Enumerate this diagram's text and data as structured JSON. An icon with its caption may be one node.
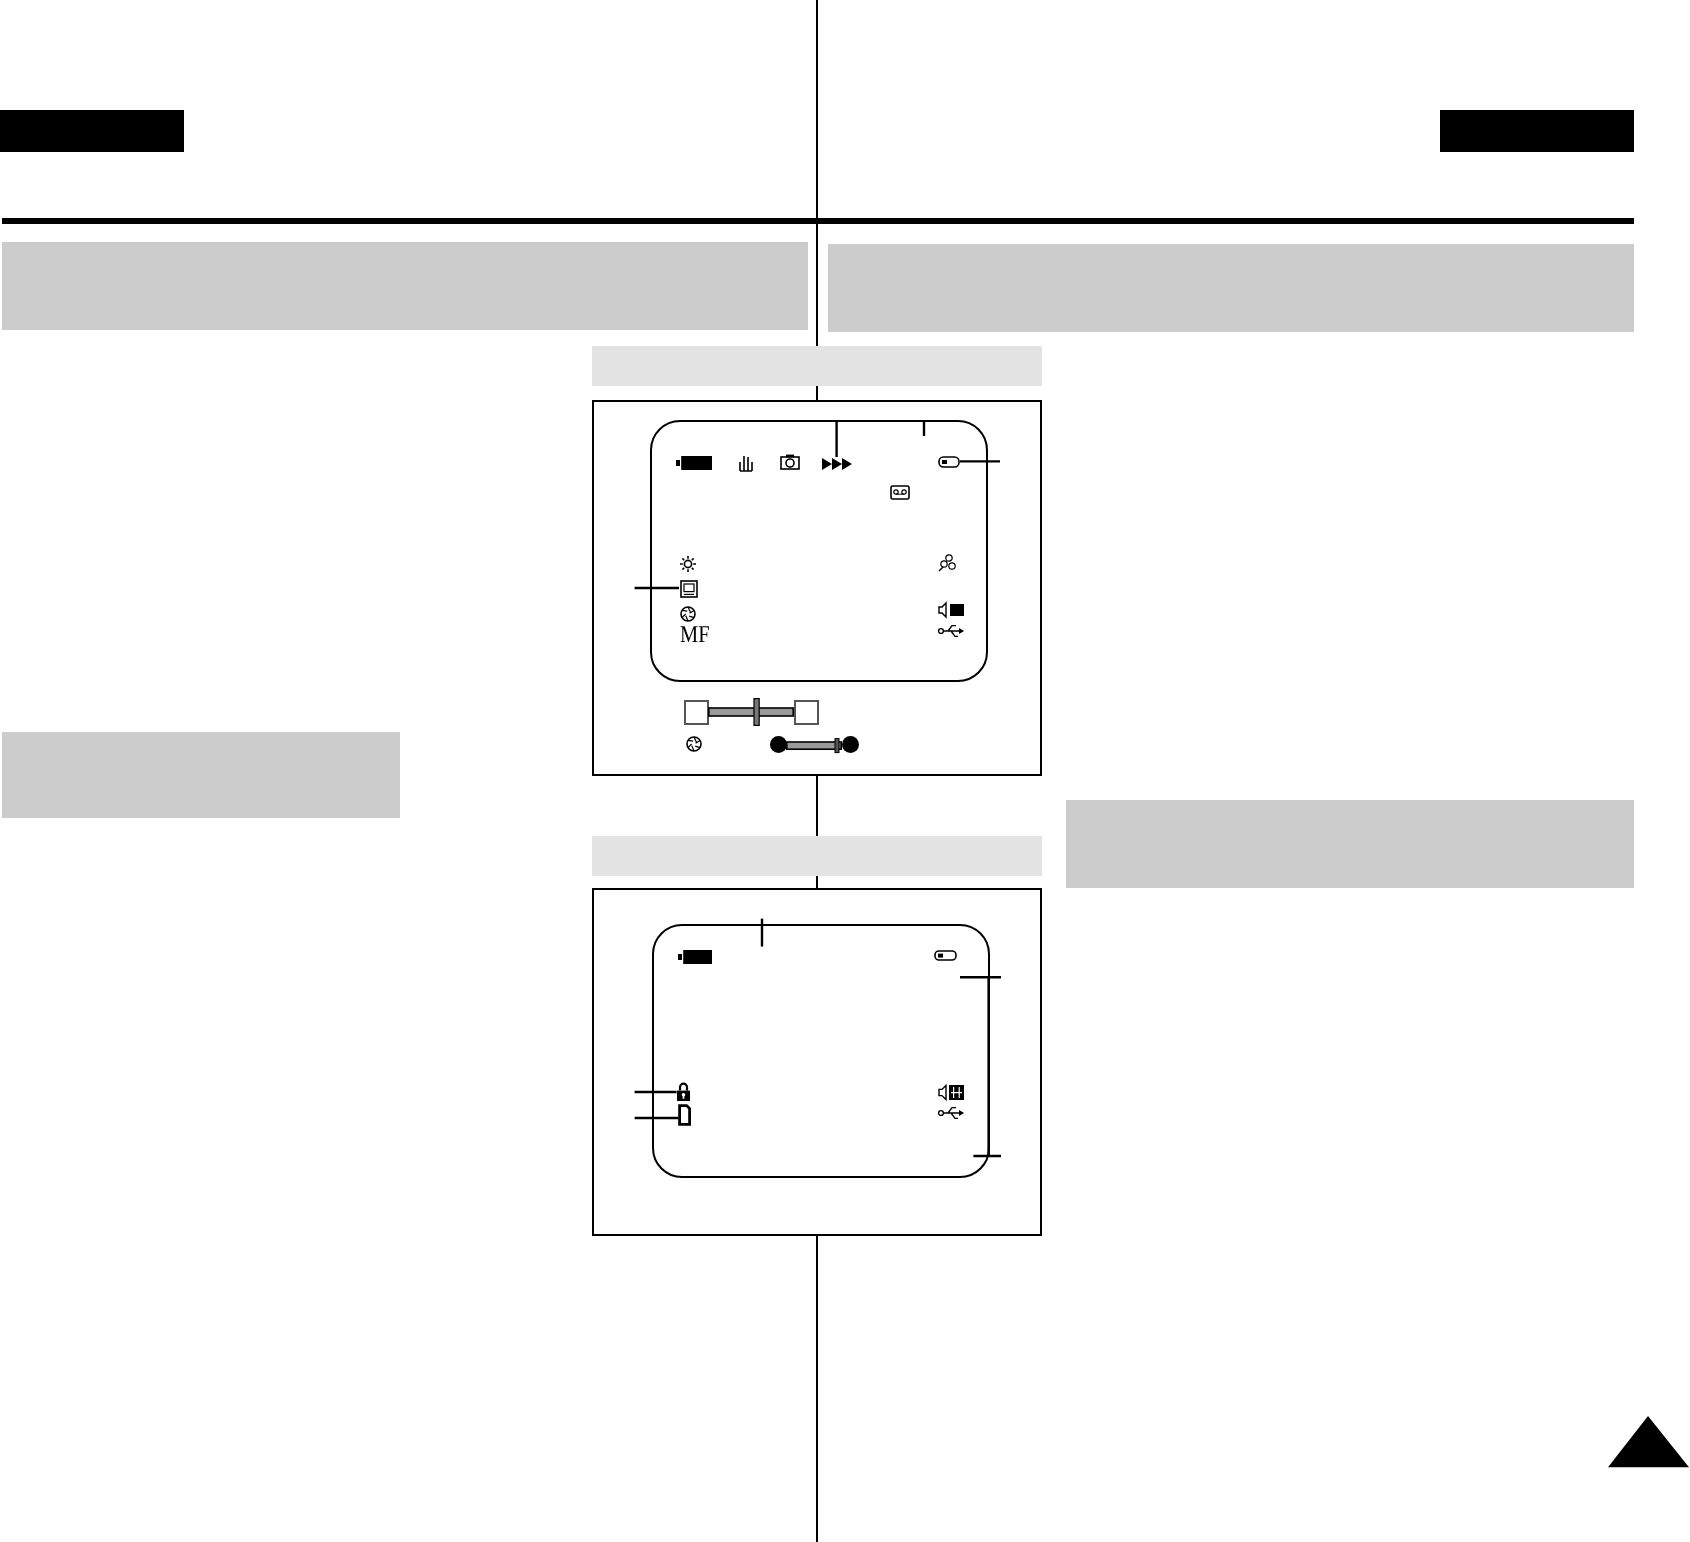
{
  "diagram": {
    "nodes": [
      {
        "text": [],
        "shape": "bar"
      },
      {
        "text": [],
        "shape": "bar"
      },
      {
        "text": [],
        "shape": "bar"
      },
      {
        "text": [],
        "shape": "box"
      },
      {
        "text": [],
        "shape": "picture",
        "in": 3
      },
      {
        "text": [],
        "shape": "picture",
        "in": 3
      },
      {
        "text": [],
        "shape": "picture",
        "in": 3
      },
      {
        "text": [],
        "shape": "bar"
      },
      {
        "text": [],
        "shape": "bar"
      },
      {
        "text": [],
        "shape": "bar"
      },
      {
        "text": [],
        "shape": "box"
      },
      {
        "text": [],
        "shape": "picture",
        "in": 10
      },
      {
        "text": [],
        "shape": "picture",
        "in": 10
      }
    ],
    "edges": [
      {
        "from": null,
        "to": 4,
        "arrow": "none"
      },
      {
        "from": null,
        "to": 3,
        "arrow": "none"
      },
      {
        "from": null,
        "to": 5,
        "arrow": "none"
      },
      {
        "from": null,
        "to": 6,
        "arrow": "none"
      },
      {
        "from": null,
        "to": 10,
        "arrow": "none"
      },
      {
        "from": null,
        "to": 11,
        "arrow": "none"
      },
      {
        "from": null,
        "to": 12,
        "arrow": "none"
      }
    ],
    "labels": [
      "MF"
    ]
  }
}
